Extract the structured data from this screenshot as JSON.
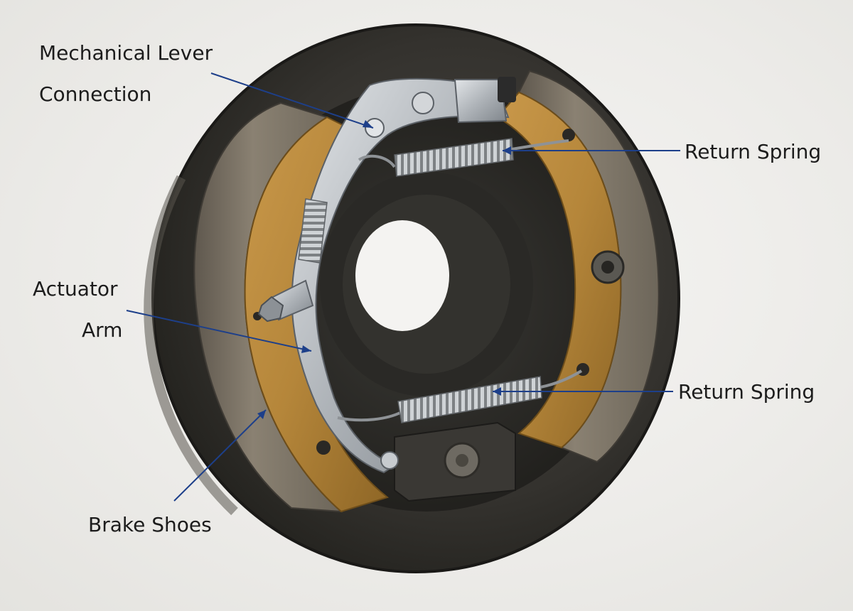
{
  "labels": {
    "mechanical_lever_line1": "Mechanical Lever",
    "mechanical_lever_line2": "Connection",
    "actuator_arm_line1": "Actuator",
    "actuator_arm_line2": "Arm",
    "brake_shoes": "Brake Shoes",
    "return_spring_upper": "Return Spring",
    "return_spring_lower": "Return Spring"
  },
  "colors": {
    "background": "#efeeec",
    "leader_line": "#1d3f8a",
    "brake_lining": "#786f62",
    "shoe_web": "#b98a3b",
    "backing_plate": "#2d2d2b",
    "metal": "#b9bdc1"
  }
}
